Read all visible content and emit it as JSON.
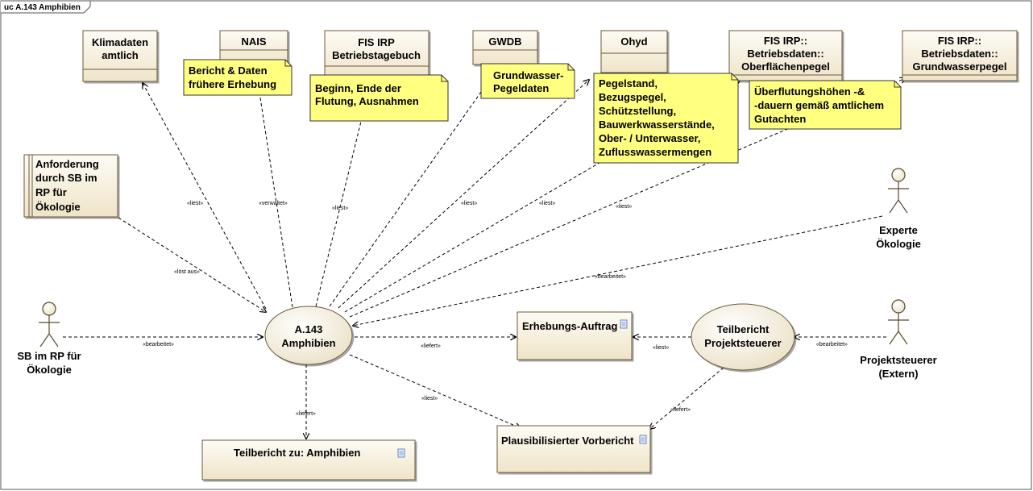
{
  "diagram": {
    "frame_title": "uc A.143 Amphibien",
    "classes": {
      "klimadaten": [
        "Klimadaten",
        "amtlich"
      ],
      "nais": [
        "NAIS"
      ],
      "fis_irp_btb": [
        "FIS IRP",
        "Betriebstagebuch"
      ],
      "gwdb": [
        "GWDB"
      ],
      "ohyd": [
        "Ohyd"
      ],
      "fis_ofp": [
        "FIS IRP::",
        "Betriebsdaten::",
        "Oberflächenpegel"
      ],
      "fis_gwp": [
        "FIS IRP::",
        "Betriebsdaten::",
        "Grundwasserpegel"
      ]
    },
    "notes": {
      "nais_note": [
        "Bericht & Daten",
        "frühere Erhebung"
      ],
      "btb_note": [
        "Beginn, Ende der",
        "Flutung, Ausnahmen"
      ],
      "gwdb_note": [
        "Grundwasser-",
        "Pegeldaten"
      ],
      "ohyd_note": [
        "Pegelstand,",
        "Bezugspegel,",
        "Schützstellung,",
        "Bauwerkwasserstände,",
        "Ober- / Unterwasser,",
        "Zuflusswassermengen"
      ],
      "gwp_note": [
        "Überflutungshöhen -&",
        "-dauern gemäß amtlichem",
        "Gutachten"
      ]
    },
    "requirement": [
      "Anforderung",
      "durch SB im",
      "RP für",
      "Ökologie"
    ],
    "use_cases": {
      "main": [
        "A.143",
        "Amphibien"
      ],
      "teilbericht": [
        "Teilbericht",
        "Projektsteuerer"
      ]
    },
    "actors": {
      "sb": [
        "SB im RP für",
        "Ökologie"
      ],
      "experte": [
        "Experte",
        "Ökologie"
      ],
      "projektsteuerer": [
        "Projektsteuerer",
        "(Extern)"
      ]
    },
    "artifacts": {
      "erhebungs_auftrag": "Erhebungs-Auftrag",
      "teilbericht_amphibien": "Teilbericht zu: Amphibien",
      "plausibilisierter": "Plausibilisierter Vorbericht"
    },
    "labels": {
      "liest": "«liest»",
      "verwaltet": "«verwaltet»",
      "loest_aus": "«löst aus»",
      "bearbeitet": "«bearbeitet»",
      "liefert": "«liefert»"
    }
  }
}
